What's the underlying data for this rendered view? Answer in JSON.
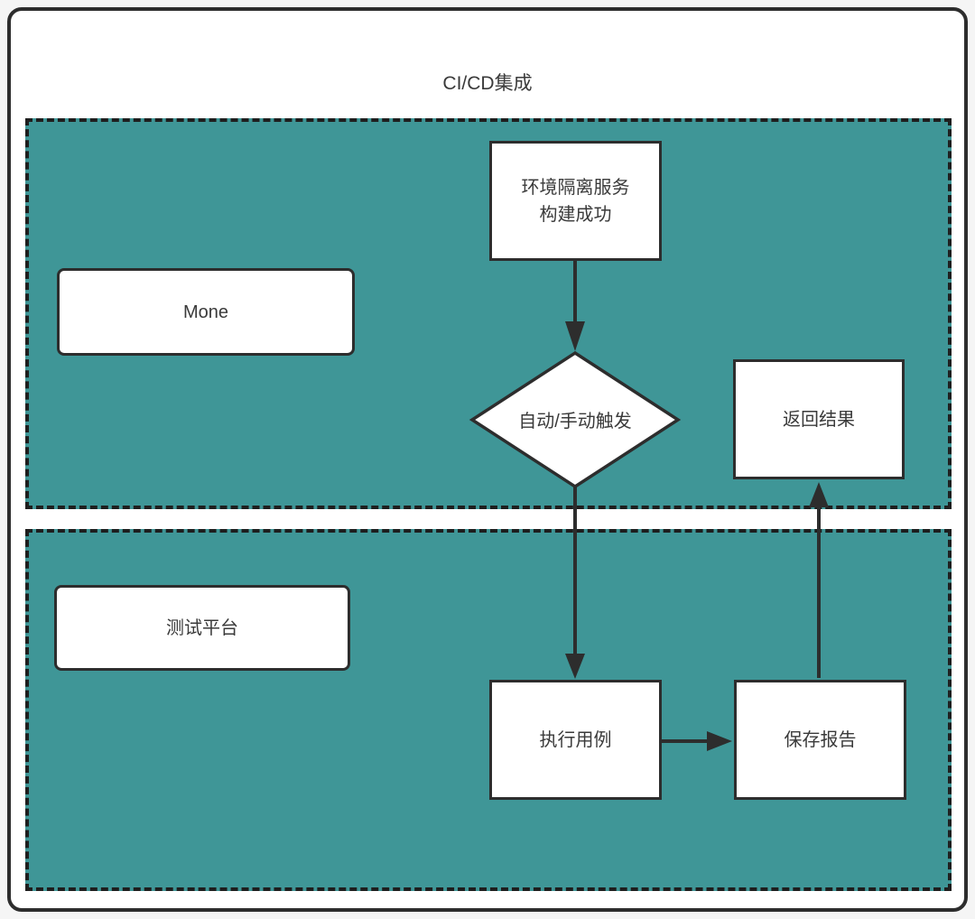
{
  "diagram": {
    "title": "CI/CD集成",
    "colors": {
      "lane_fill": "#3F9697",
      "line": "#2D2D2D",
      "node_fill": "#FFFFFF",
      "page_bg": "#F5F5F5",
      "text": "#3A3A3A"
    },
    "lanes": [
      {
        "id": "cicd-lane",
        "label": "Mone"
      },
      {
        "id": "test-platform-lane",
        "label": "测试平台"
      }
    ],
    "nodes": {
      "build_success_line1": "环境隔离服务",
      "build_success_line2": "构建成功",
      "mone": "Mone",
      "trigger": "自动/手动触发",
      "return_result": "返回结果",
      "test_platform": "测试平台",
      "execute_cases": "执行用例",
      "save_report": "保存报告"
    },
    "edges": [
      {
        "from": "build_success",
        "to": "trigger",
        "direction": "down"
      },
      {
        "from": "trigger",
        "to": "execute_cases",
        "direction": "down"
      },
      {
        "from": "execute_cases",
        "to": "save_report",
        "direction": "right"
      },
      {
        "from": "save_report",
        "to": "return_result",
        "direction": "up"
      }
    ]
  }
}
